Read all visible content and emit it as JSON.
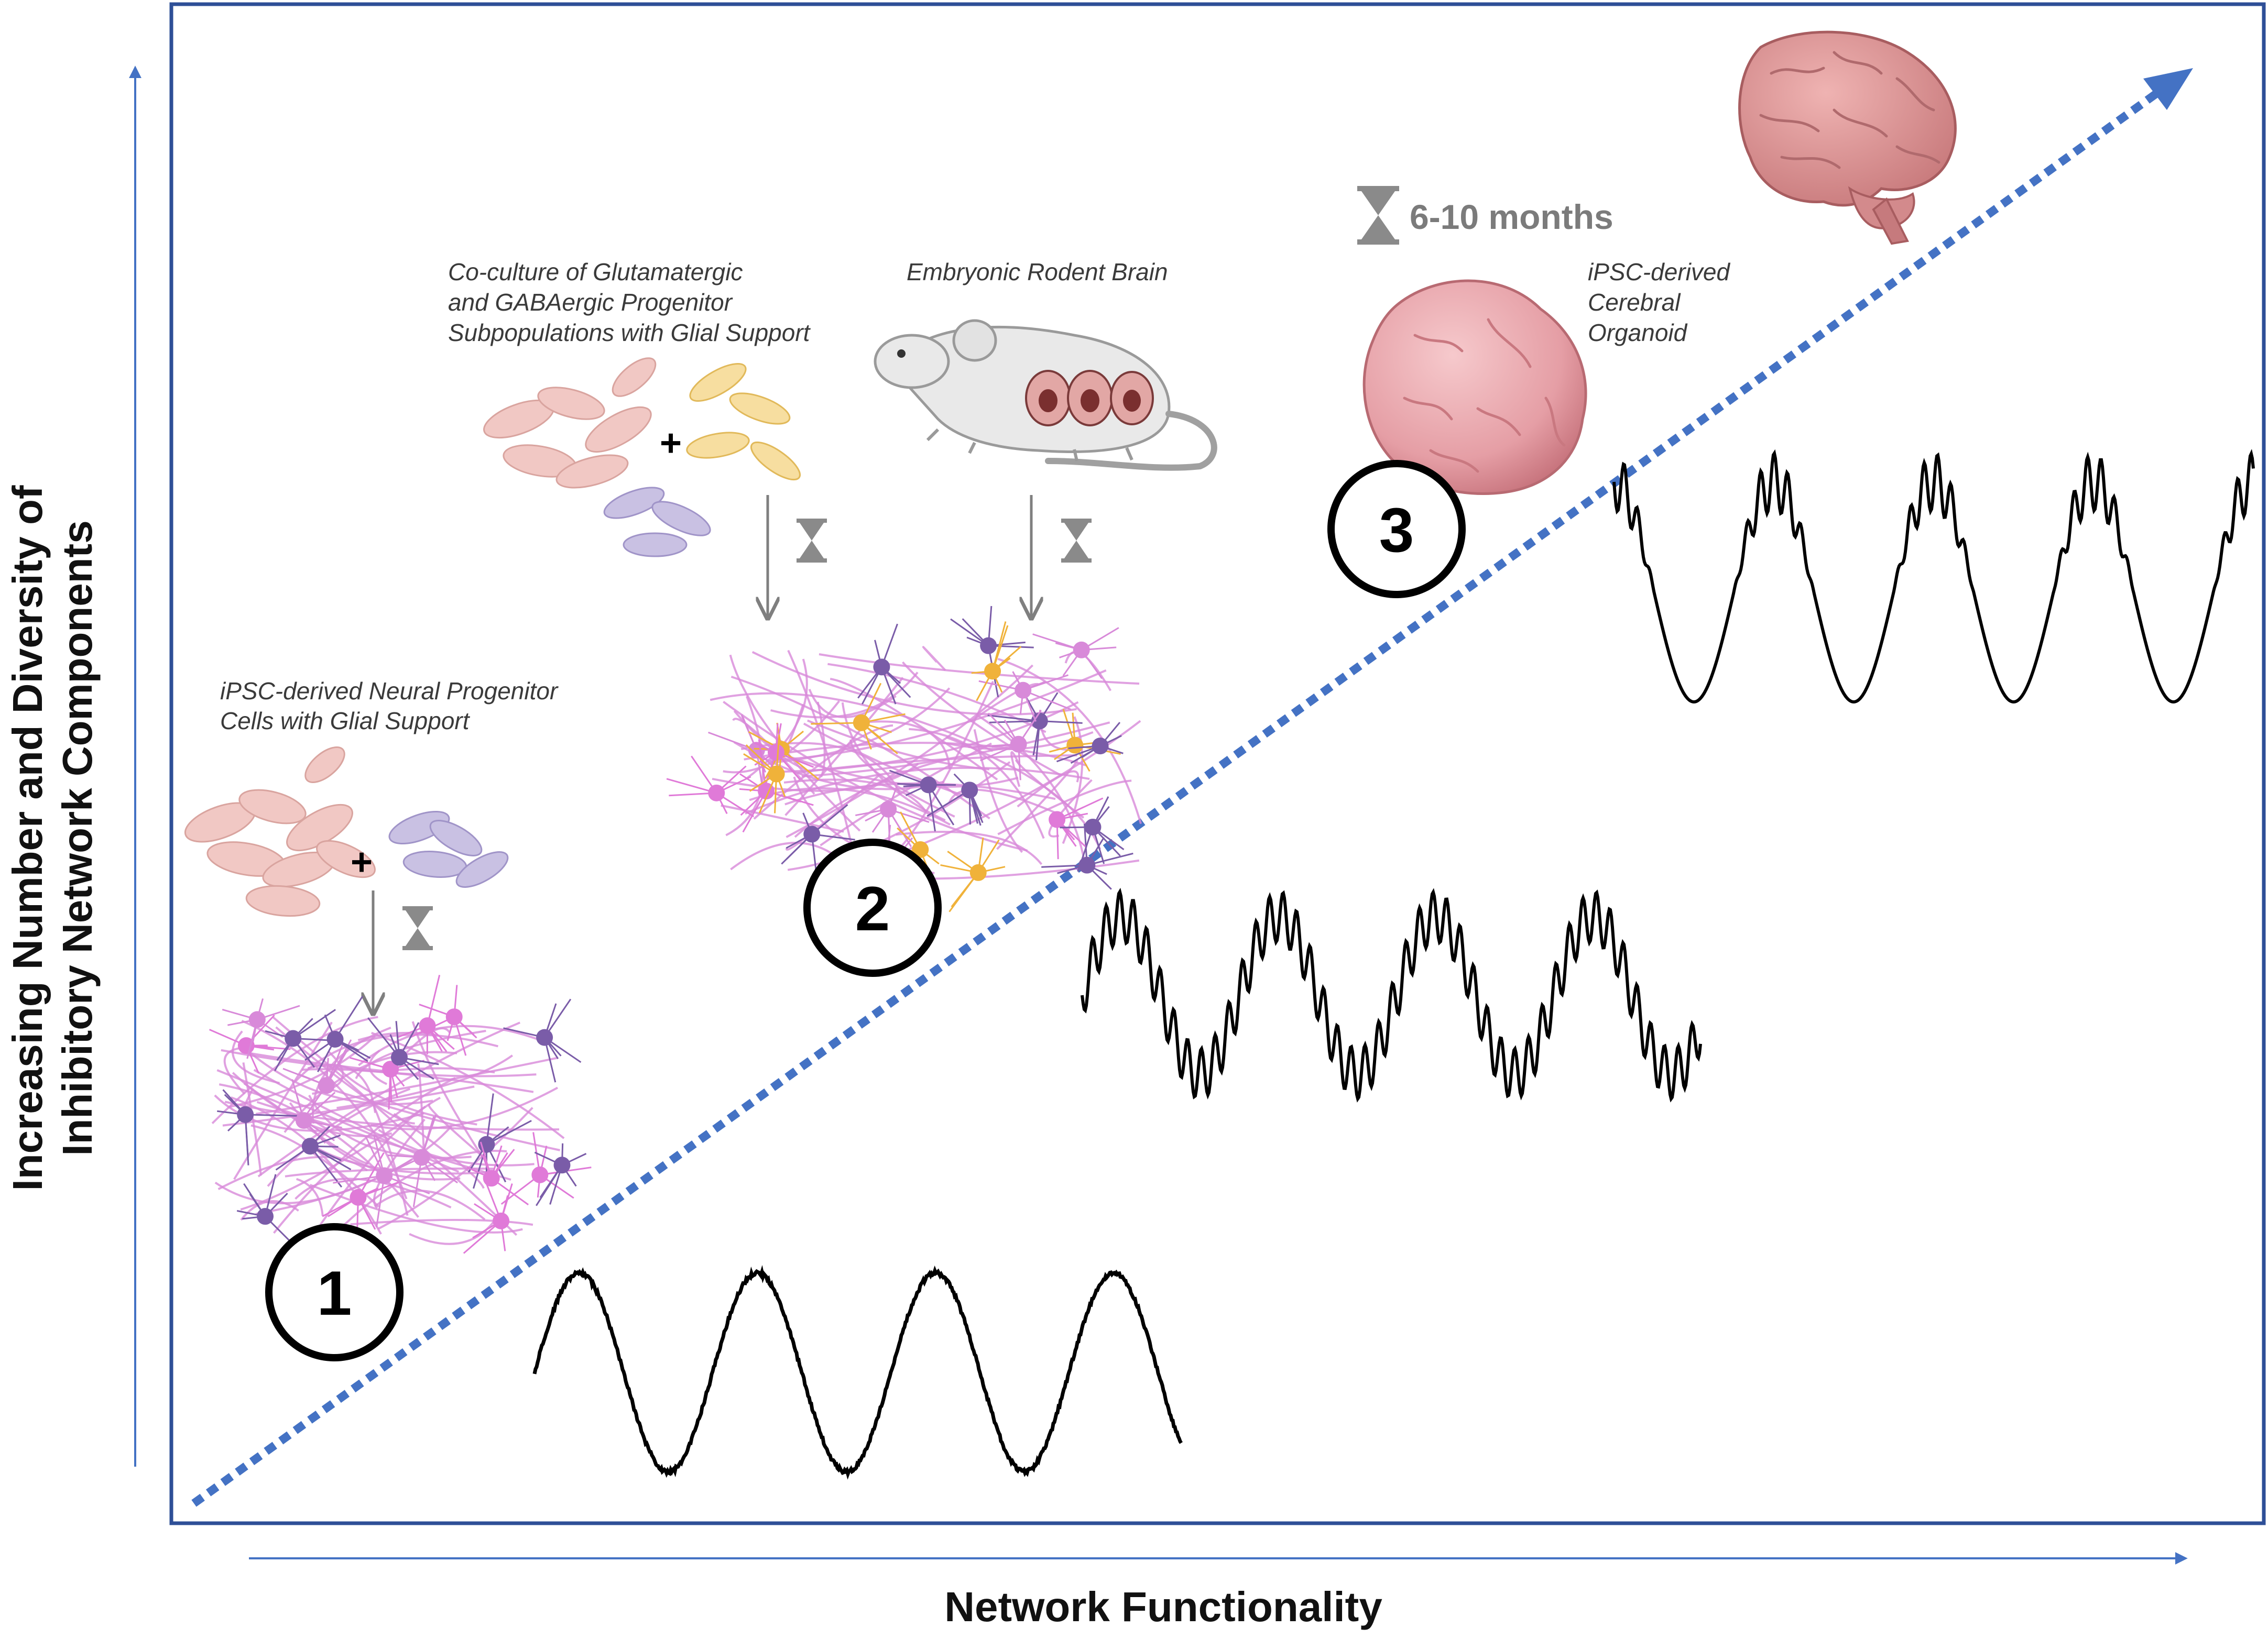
{
  "axes": {
    "x_title": "Network Functionality",
    "y_title_line1": "Increasing Number and Diversity of",
    "y_title_line2": "Inhibitory Network Components"
  },
  "stages": {
    "s1": {
      "number": "1",
      "label_line1": "iPSC-derived Neural Progenitor",
      "label_line2": "Cells with Glial Support",
      "plus": "+"
    },
    "s2a": {
      "label_line1": "Co-culture of Glutamatergic",
      "label_line2": "and GABAergic Progenitor",
      "label_line3": "Subpopulations with Glial Support",
      "plus": "+"
    },
    "s2b": {
      "label": "Embryonic Rodent Brain"
    },
    "s2": {
      "number": "2"
    },
    "s3": {
      "number": "3",
      "label_line1": "iPSC-derived",
      "label_line2": "Cerebral",
      "label_line3": "Organoid",
      "duration": "6-10 months"
    }
  },
  "colors": {
    "frame": "#2e4f97",
    "axis_arrow": "#4472c4",
    "trend_line": "#4472c4",
    "neuron_pink": "#d88ad9",
    "neuron_purple": "#7a5ca8",
    "neuron_orange": "#f0b23a",
    "cell_pink": "#f1c8c4",
    "cell_lavender": "#c9c1e3",
    "cell_yellow": "#f7dea0",
    "organoid": "#e9a7ad",
    "brain": "#d98f90",
    "hourglass": "#8a8a8a"
  },
  "icons": {
    "hourglass": "hourglass-icon",
    "plus": "plus-icon",
    "arrow": "arrow-down-icon",
    "brain": "brain-icon",
    "mouse": "pregnant-mouse-icon",
    "organoid": "organoid-icon"
  }
}
